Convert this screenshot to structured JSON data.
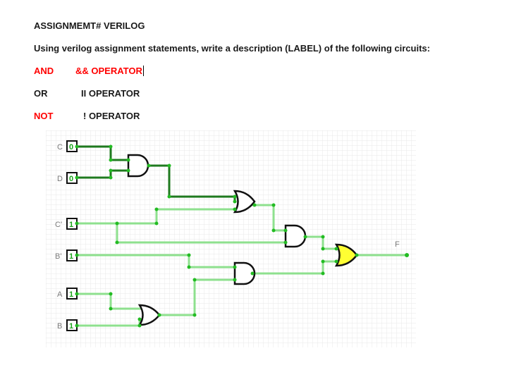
{
  "heading": "ASSIGNMEMT# VERILOG",
  "instruction": "Using verilog assignment statements, write a description (LABEL)   of the following circuits:",
  "operators": [
    {
      "name": "AND",
      "desc": "&& OPERATOR",
      "color": "#ff0000"
    },
    {
      "name": "OR",
      "desc": "II  OPERATOR",
      "color": "#1a1a1a"
    },
    {
      "name": "NOT",
      "desc": "!  OPERATOR",
      "color": "#ff0000"
    }
  ],
  "circuit": {
    "inputs": [
      {
        "label": "C",
        "value": "0"
      },
      {
        "label": "D",
        "value": "0"
      },
      {
        "label": "C'",
        "value": "1"
      },
      {
        "label": "B'",
        "value": "1"
      },
      {
        "label": "A",
        "value": "1"
      },
      {
        "label": "B",
        "value": "1"
      }
    ],
    "output_label": "F",
    "colors": {
      "wire_on": "#8ee08e",
      "wire_off": "#1f7a1f",
      "node": "#22bb22",
      "output_gate_fill": "#ffff33",
      "grid": "#e8e8e8"
    }
  }
}
